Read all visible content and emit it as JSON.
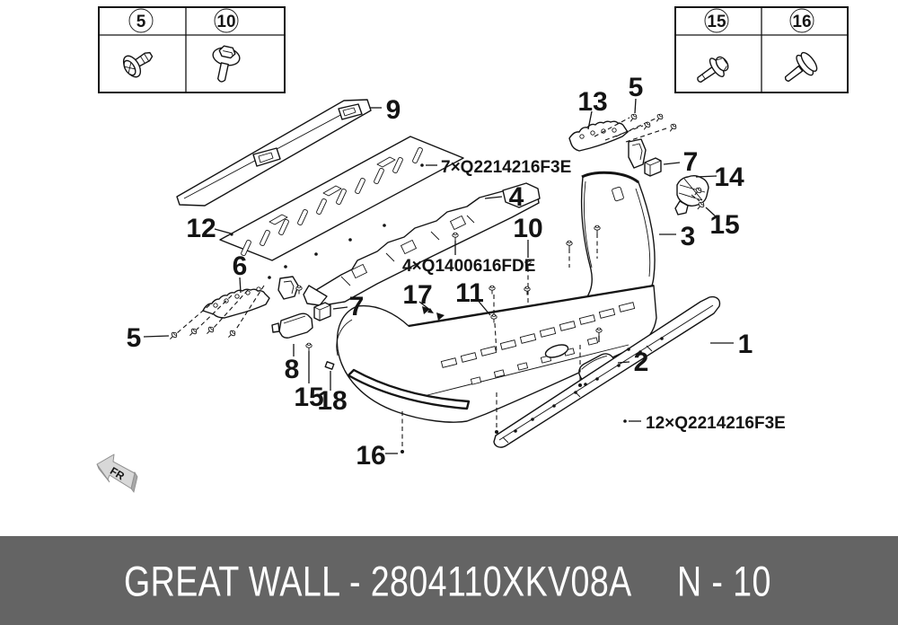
{
  "legend_left": {
    "num1": "5",
    "num2": "10"
  },
  "legend_right": {
    "num1": "15",
    "num2": "16"
  },
  "callouts": {
    "n9": "9",
    "n12": "12",
    "n4": "4",
    "n13": "13",
    "n5_top": "5",
    "n7_right": "7",
    "n14": "14",
    "n15_right": "15",
    "n3": "3",
    "n10": "10",
    "n6": "6",
    "n5_left": "5",
    "n7_mid": "7",
    "n17": "17",
    "n11": "11",
    "n8": "8",
    "n15_left": "15",
    "n18": "18",
    "n16": "16",
    "n2": "2",
    "n1": "1"
  },
  "hardware_labels": {
    "clip7": "7×Q2214216F3E",
    "bolt4": "4×Q1400616FDE",
    "clip12": "12×Q2214216F3E"
  },
  "direction": {
    "label": "FR"
  },
  "footer": {
    "brand_part": "GREAT WALL - 2804110XKV08A",
    "page": "N - 10",
    "bg": "#646464",
    "fg": "#ffffff"
  }
}
